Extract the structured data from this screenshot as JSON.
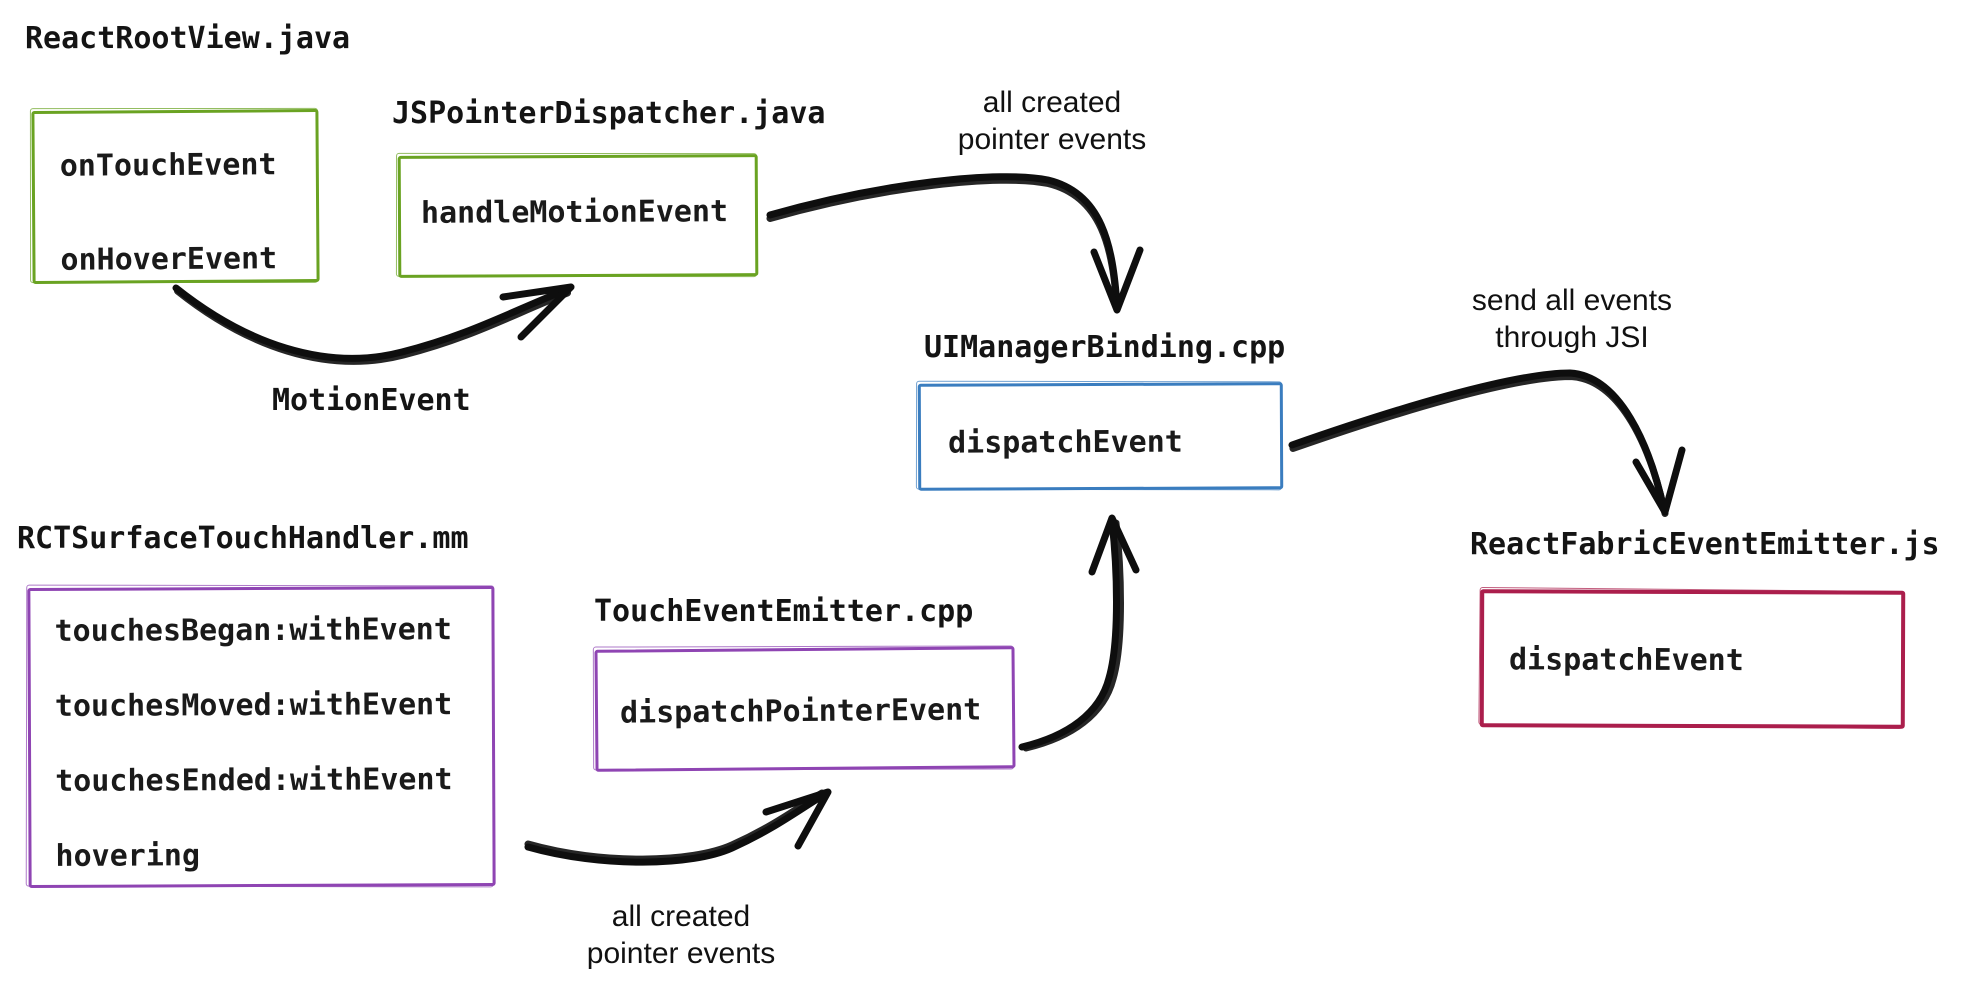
{
  "title": "React Native pointer-event flow diagram",
  "colors": {
    "green": "#6aa322",
    "blue": "#3a7dbf",
    "purple": "#8f45b3",
    "crimson": "#ab1e4c",
    "arrow": "#0e0e0e"
  },
  "nodes": [
    {
      "id": "react-root-view",
      "file": "ReactRootView.java",
      "color": "#6aa322",
      "methods": [
        "onTouchEvent",
        "onHoverEvent"
      ]
    },
    {
      "id": "js-pointer-dispatcher",
      "file": "JSPointerDispatcher.java",
      "color": "#6aa322",
      "methods": [
        "handleMotionEvent"
      ]
    },
    {
      "id": "ui-manager-binding",
      "file": "UIManagerBinding.cpp",
      "color": "#3a7dbf",
      "methods": [
        "dispatchEvent"
      ]
    },
    {
      "id": "rct-surface-touch-handler",
      "file": "RCTSurfaceTouchHandler.mm",
      "color": "#8f45b3",
      "methods": [
        "touchesBegan:withEvent",
        "touchesMoved:withEvent",
        "touchesEnded:withEvent",
        "hovering"
      ]
    },
    {
      "id": "touch-event-emitter",
      "file": "TouchEventEmitter.cpp",
      "color": "#8f45b3",
      "methods": [
        "dispatchPointerEvent"
      ]
    },
    {
      "id": "react-fabric-event-emitter",
      "file": "ReactFabricEventEmitter.js",
      "color": "#ab1e4c",
      "methods": [
        "dispatchEvent"
      ]
    }
  ],
  "edges": [
    {
      "from": "react-root-view",
      "to": "js-pointer-dispatcher",
      "label_lines": [
        "MotionEvent"
      ]
    },
    {
      "from": "js-pointer-dispatcher",
      "to": "ui-manager-binding",
      "label_lines": [
        "all created",
        "pointer events"
      ]
    },
    {
      "from": "ui-manager-binding",
      "to": "react-fabric-event-emitter",
      "label_lines": [
        "send all events",
        "through JSI"
      ]
    },
    {
      "from": "rct-surface-touch-handler",
      "to": "touch-event-emitter",
      "label_lines": [
        "all created",
        "pointer events"
      ]
    },
    {
      "from": "touch-event-emitter",
      "to": "ui-manager-binding",
      "label_lines": []
    }
  ]
}
